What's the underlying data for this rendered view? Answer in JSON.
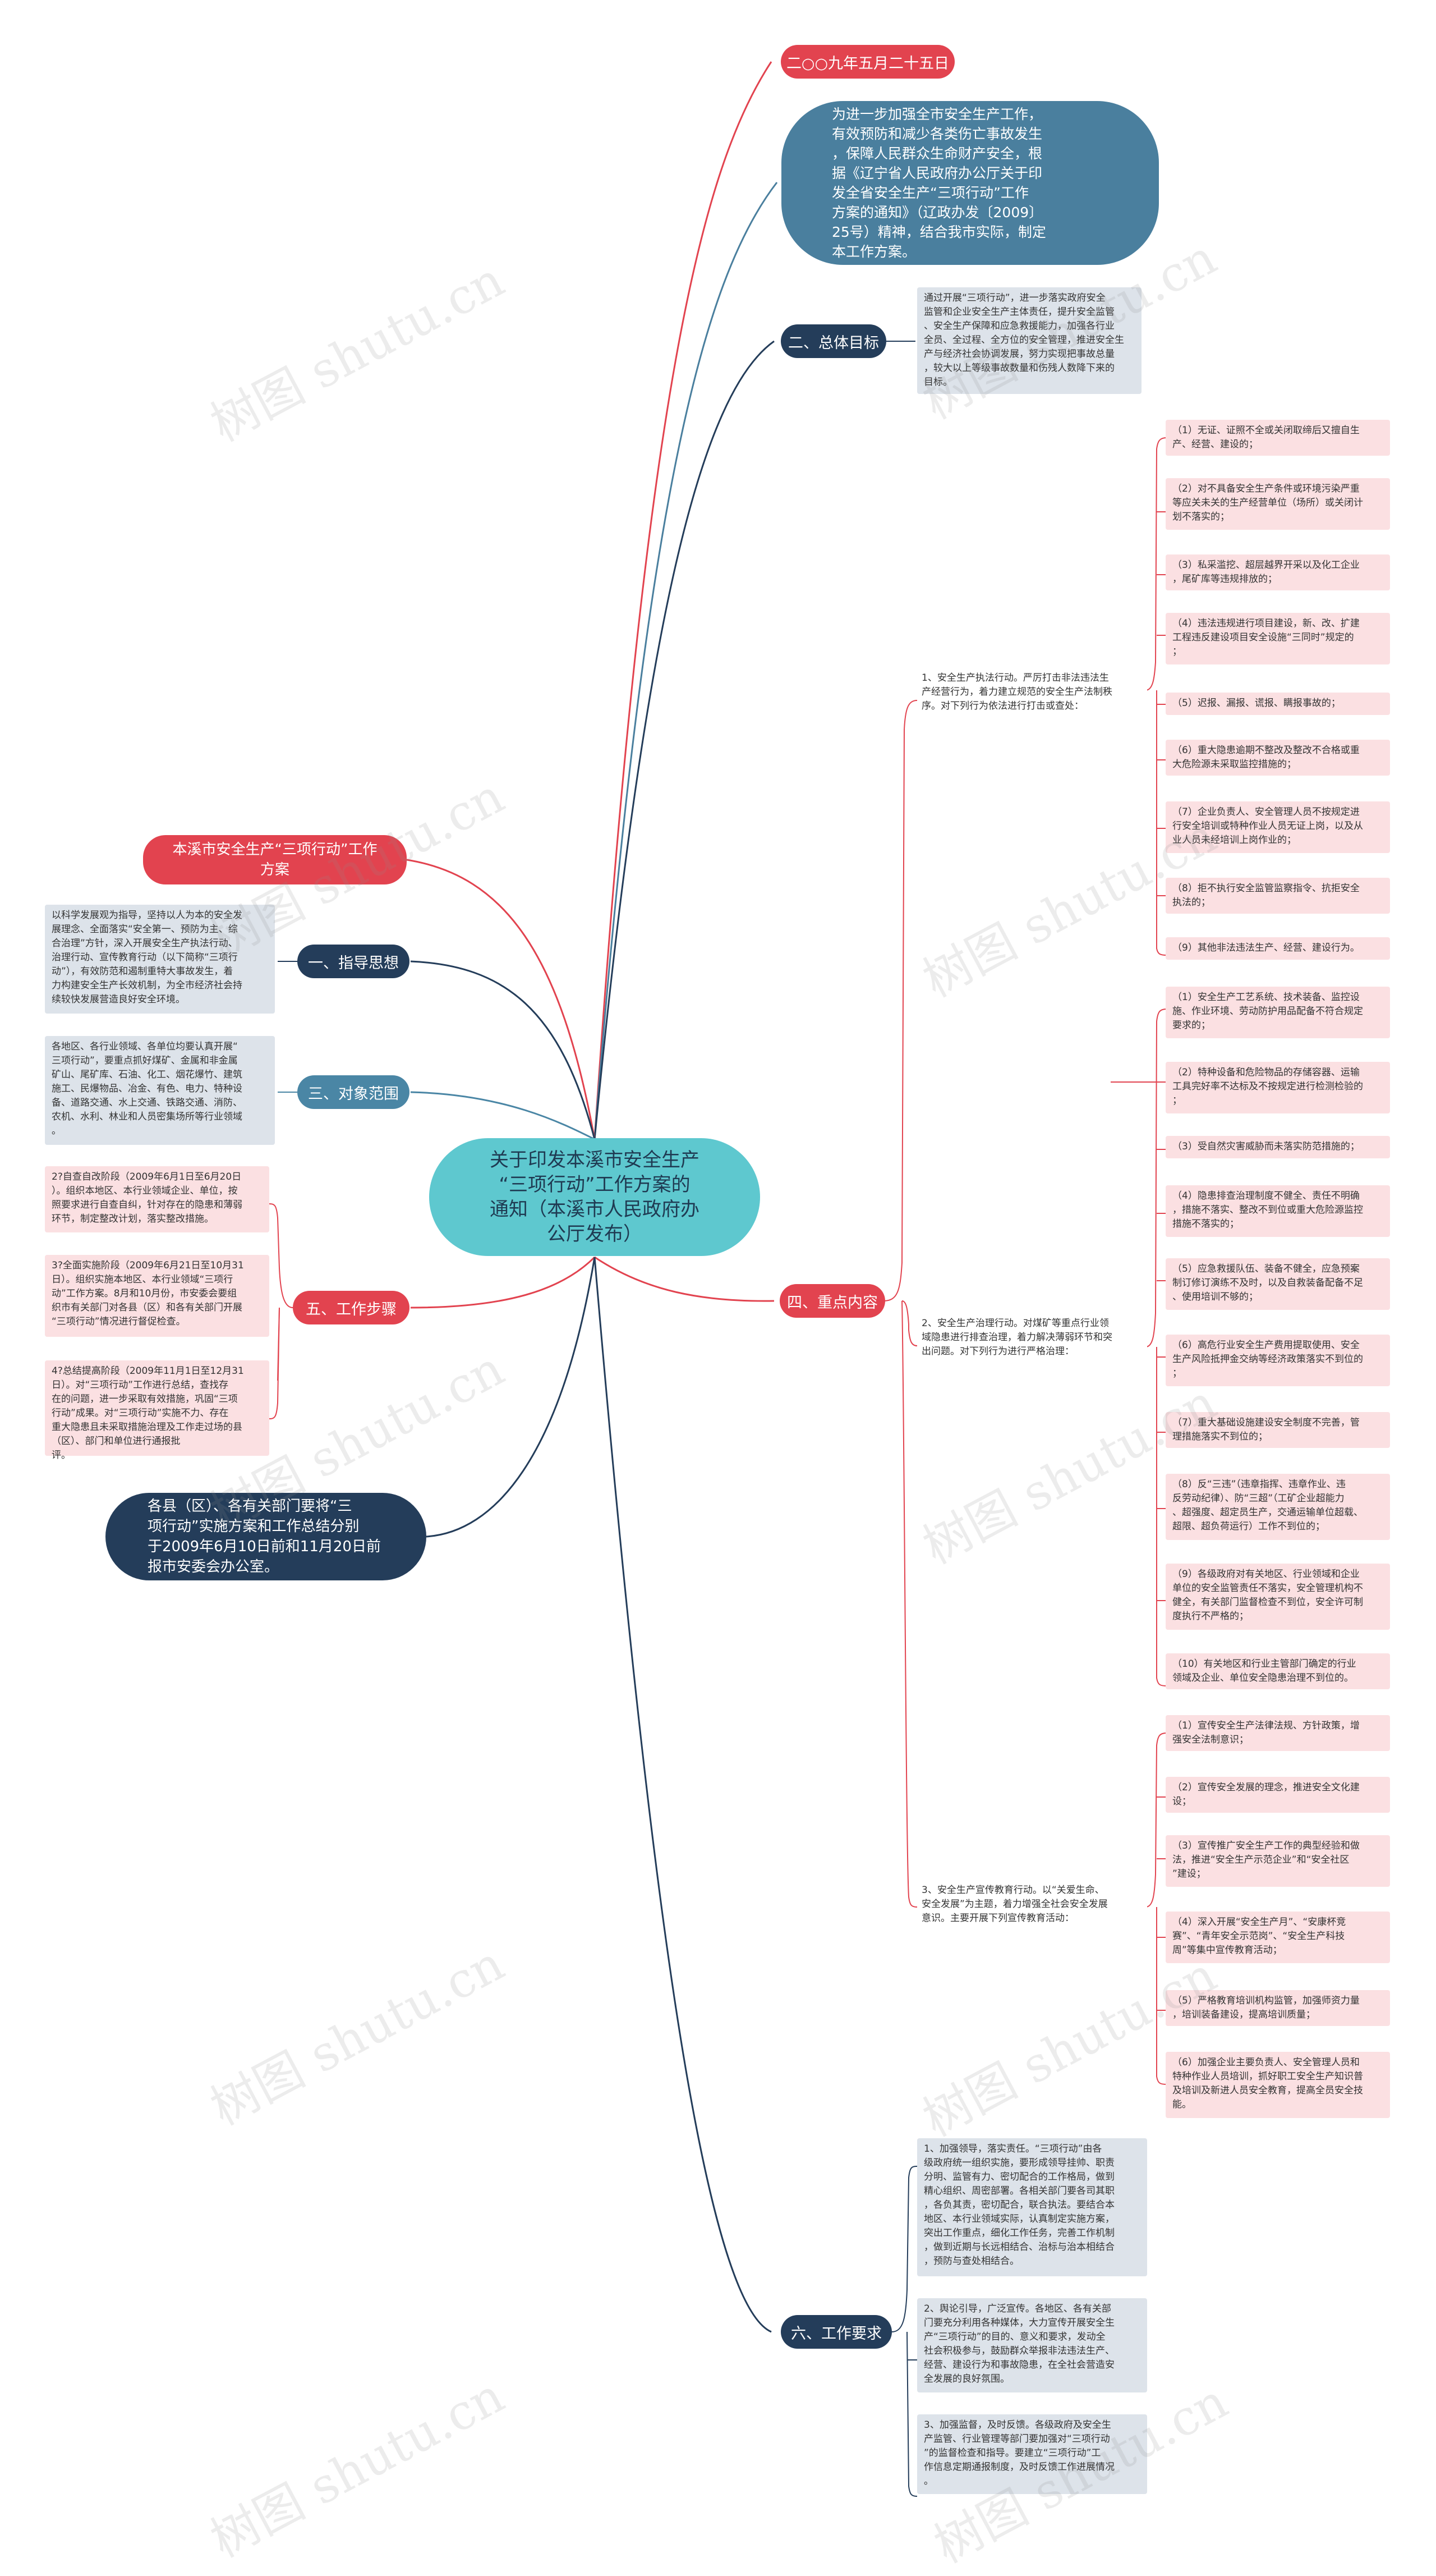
{
  "root": {
    "label": "关于印发本溪市安全生产\n“三项行动”工作方案的\n通知（本溪市人民政府办\n公厅发布）"
  },
  "right": {
    "date": {
      "label": "二○○九年五月二十五日"
    },
    "intro": {
      "text": "为进一步加强全市安全生产工作，\n有效预防和减少各类伤亡事故发生\n，保障人民群众生命财产安全，根\n据《辽宁省人民政府办公厅关于印\n发全省安全生产“三项行动”工作\n方案的通知》（辽政办发〔2009〕\n25号）精神，结合我市实际，制定\n本工作方案。"
    },
    "goal": {
      "label": "二、总体目标",
      "text": "通过开展“三项行动”，进一步落实政府安全\n监管和企业安全生产主体责任，提升安全监管\n、安全生产保障和应急救援能力，加强各行业\n全员、全过程、全方位的安全管理，推进安全生\n产与经济社会协调发展，努力实现把事故总量\n，较大以上等级事故数量和伤残人数降下来的\n目标。"
    },
    "focus": {
      "label": "四、重点内容",
      "groups": [
        {
          "text": "1、安全生产执法行动。严厉打击非法违法生\n产经营行为，着力建立规范的安全生产法制秩\n序。对下列行为依法进行打击或查处：",
          "items": [
            "（1）无证、证照不全或关闭取缔后又擅自生\n产、经营、建设的；",
            "（2）对不具备安全生产条件或环境污染严重\n等应关未关的生产经营单位（场所）或关闭计\n划不落实的；",
            "（3）私采滥挖、超层越界开采以及化工企业\n，尾矿库等违规排放的；",
            "（4）违法违规进行项目建设，新、改、扩建\n工程违反建设项目安全设施“三同时”规定的\n；",
            "（5）迟报、漏报、谎报、瞒报事故的；",
            "（6）重大隐患逾期不整改及整改不合格或重\n大危险源未采取监控措施的；",
            "（7）企业负责人、安全管理人员不按规定进\n行安全培训或特种作业人员无证上岗，以及从\n业人员未经培训上岗作业的；",
            "（8）拒不执行安全监管监察指令、抗拒安全\n执法的；",
            "（9）其他非法违法生产、经营、建设行为。"
          ]
        },
        {
          "text": "2、安全生产治理行动。对煤矿等重点行业领\n域隐患进行排查治理，着力解决薄弱环节和突\n出问题。对下列行为进行严格治理：",
          "items": [
            "（1）安全生产工艺系统、技术装备、监控设\n施、作业环境、劳动防护用品配备不符合规定\n要求的；",
            "（2）特种设备和危险物品的存储容器、运输\n工具完好率不达标及不按规定进行检测检验的\n；",
            "（3）受自然灾害威胁而未落实防范措施的；",
            "（4）隐患排查治理制度不健全、责任不明确\n，措施不落实、整改不到位或重大危险源监控\n措施不落实的；",
            "（5）应急救援队伍、装备不健全，应急预案\n制订修订演练不及时，以及自救装备配备不足\n、使用培训不够的；",
            "（6）高危行业安全生产费用提取使用、安全\n生产风险抵押金交纳等经济政策落实不到位的\n；",
            "（7）重大基础设施建设安全制度不完善，管\n理措施落实不到位的；",
            "（8）反“三违”（违章指挥、违章作业、违\n反劳动纪律）、防“三超”（工矿企业超能力\n、超强度、超定员生产，交通运输单位超载、\n超限、超负荷运行）工作不到位的；",
            "（9）各级政府对有关地区、行业领域和企业\n单位的安全监管责任不落实，安全管理机构不\n健全，有关部门监督检查不到位，安全许可制\n度执行不严格的；",
            "（10）有关地区和行业主管部门确定的行业\n领域及企业、单位安全隐患治理不到位的。"
          ]
        },
        {
          "text": "3、安全生产宣传教育行动。以“关爱生命、\n安全发展”为主题，着力增强全社会安全发展\n意识。主要开展下列宣传教育活动：",
          "items": [
            "（1）宣传安全生产法律法规、方针政策，增\n强安全法制意识；",
            "（2）宣传安全发展的理念，推进安全文化建\n设；",
            "（3）宣传推广安全生产工作的典型经验和做\n法，推进“安全生产示范企业”和“安全社区\n”建设；",
            "（4）深入开展“安全生产月”、“安康杯竞\n赛”、“青年安全示范岗”、“安全生产科技\n周”等集中宣传教育活动；",
            "（5）严格教育培训机构监管，加强师资力量\n，培训装备建设，提高培训质量；",
            "（6）加强企业主要负责人、安全管理人员和\n特种作业人员培训，抓好职工安全生产知识普\n及培训及新进人员安全教育，提高全员安全技\n能。"
          ]
        }
      ]
    },
    "requirements": {
      "label": "六、工作要求",
      "items": [
        "1、加强领导，落实责任。“三项行动”由各\n级政府统一组织实施，要形成领导挂帅、职责\n分明、监管有力、密切配合的工作格局，做到\n精心组织、周密部署。各相关部门要各司其职\n，各负其责，密切配合，联合执法。要结合本\n地区、本行业领域实际，认真制定实施方案，\n突出工作重点，细化工作任务，完善工作机制\n，做到近期与长远相结合、治标与治本相结合\n，预防与查处相结合。",
        "2、舆论引导，广泛宣传。各地区、各有关部\n门要充分利用各种媒体，大力宣传开展安全生\n产“三项行动”的目的、意义和要求，发动全\n社会积极参与，鼓励群众举报非法违法生产、\n经营、建设行为和事故隐患，在全社会营造安\n全发展的良好氛围。",
        "3、加强监督，及时反馈。各级政府及安全生\n产监管、行业管理等部门要加强对“三项行动\n”的监督检查和指导。要建立“三项行动”工\n作信息定期通报制度，及时反馈工作进展情况\n。"
      ]
    }
  },
  "left": {
    "title_branch": {
      "label": "本溪市安全生产“三项行动”工作\n方案"
    },
    "guide": {
      "label": "一、指导思想",
      "text": "以科学发展观为指导，坚持以人为本的安全发\n展理念、全面落实“安全第一、预防为主、综\n合治理”方针，深入开展安全生产执法行动、\n治理行动、宣传教育行动（以下简称“三项行\n动”），有效防范和遏制重特大事故发生，着\n力构建安全生产长效机制，为全市经济社会持\n续较快发展营造良好安全环境。"
    },
    "scope": {
      "label": "三、对象范围",
      "text": "各地区、各行业领域、各单位均要认真开展“\n三项行动”，要重点抓好煤矿、金属和非金属\n矿山、尾矿库、石油、化工、烟花爆竹、建筑\n施工、民爆物品、冶金、有色、电力、特种设\n备、道路交通、水上交通、铁路交通、消防、\n农机、水利、林业和人员密集场所等行业领域\n。"
    },
    "steps": {
      "label": "五、工作步骤",
      "items": [
        "2?自查自改阶段（2009年6月1日至6月20日\n）。组织本地区、本行业领域企业、单位，按\n照要求进行自查自纠，针对存在的隐患和薄弱\n环节，制定整改计划，落实整改措施。",
        "3?全面实施阶段（2009年6月21日至10月31\n日）。组织实施本地区、本行业领域“三项行\n动”工作方案。8月和10月份，市安委会要组\n织市有关部门对各县（区）和各有关部门开展\n“三项行动”情况进行督促检查。",
        "4?总结提高阶段（2009年11月1日至12月31\n日）。对“三项行动”工作进行总结，查找存\n在的问题，进一步采取有效措施，巩固“三项\n行动”成果。对“三项行动”实施不力、存在\n重大隐患且未采取措施治理及工作走过场的县\n（区）、部门和单位进行通报批\n评。"
      ]
    },
    "closing": {
      "text": "各县（区）、各有关部门要将“三\n项行动”实施方案和工作总结分别\n于2009年6月10日前和11月20日前\n报市安委会办公室。"
    }
  },
  "watermark": {
    "text": "树图 shutu.cn"
  },
  "colors": {
    "root": "#5ec8cf",
    "navy": "#243d5a",
    "teal": "#4a86a5",
    "red": "#e2434f",
    "pink_box": "#fbe0e2",
    "gray_box": "#dde3ea"
  }
}
